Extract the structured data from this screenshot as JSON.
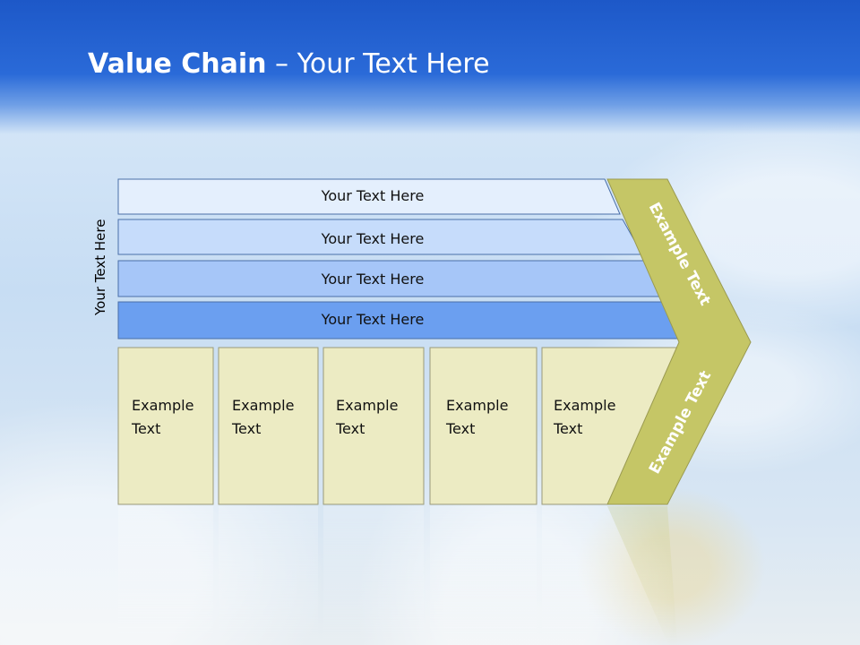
{
  "title": {
    "bold": "Value Chain",
    "rest": " – Your Text Here"
  },
  "side_label": "Your Text Here",
  "bars": [
    {
      "label": "Your Text Here",
      "color": "#e4effd"
    },
    {
      "label": "Your Text Here",
      "color": "#c6dcfb"
    },
    {
      "label": "Your Text Here",
      "color": "#a6c6f8"
    },
    {
      "label": "Your Text Here",
      "color": "#6b9ff0"
    }
  ],
  "boxes": [
    {
      "line1": "Example",
      "line2": "Text"
    },
    {
      "line1": "Example",
      "line2": "Text"
    },
    {
      "line1": "Example",
      "line2": "Text"
    },
    {
      "line1": "Example",
      "line2": "Text"
    },
    {
      "line1": "Example",
      "line2": "Text"
    }
  ],
  "chevron": {
    "upper_text": "Example Text",
    "lower_text": "Example Text",
    "color": "#c5c666"
  },
  "colors": {
    "box_fill": "#ecebc3",
    "box_stroke": "#9a9a7a",
    "bar_stroke": "#4a6fa8"
  }
}
